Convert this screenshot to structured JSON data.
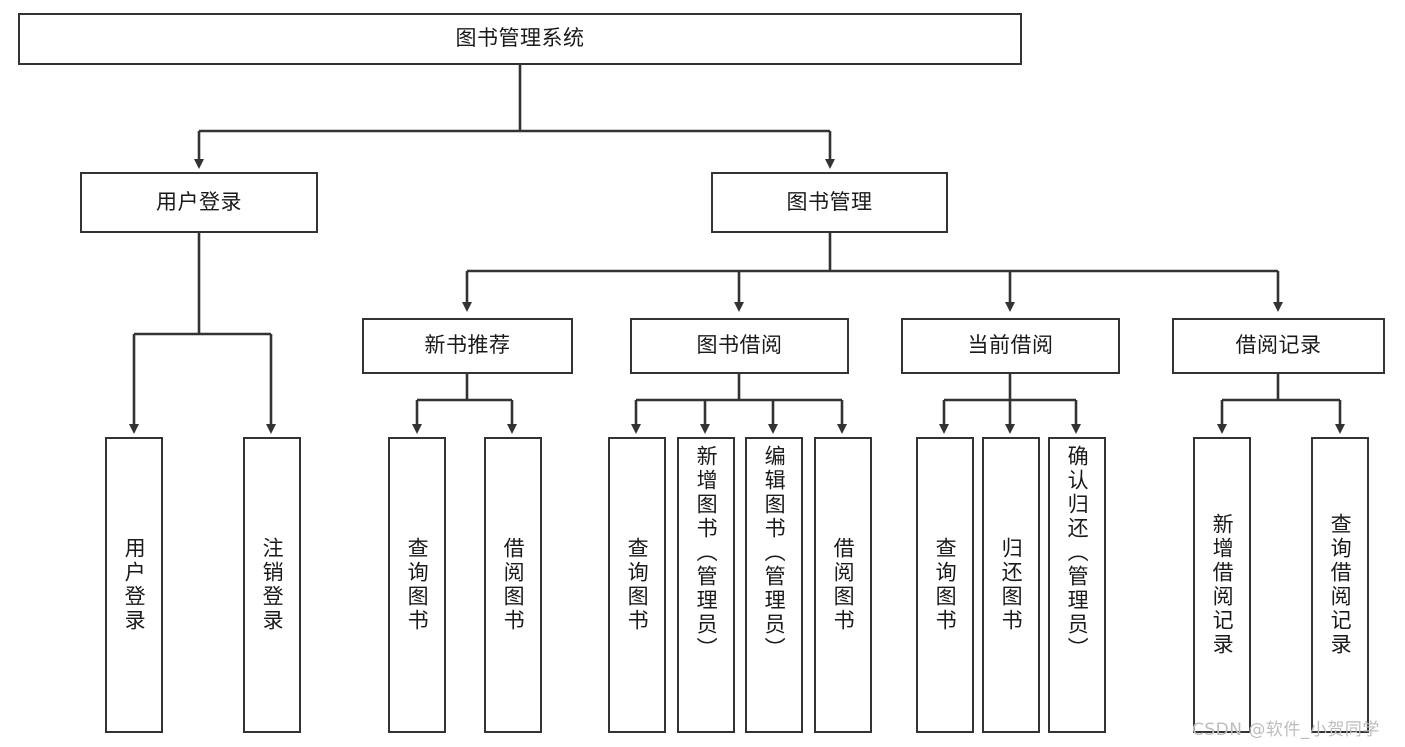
{
  "diagram": {
    "title": "图书管理系统",
    "type": "hierarchy-tree",
    "root": {
      "id": "root",
      "label": "图书管理系统",
      "orientation": "horizontal"
    },
    "level2": [
      {
        "id": "user-login",
        "label": "用户登录",
        "orientation": "horizontal"
      },
      {
        "id": "book-manage",
        "label": "图书管理",
        "orientation": "horizontal"
      }
    ],
    "level3": [
      {
        "id": "new-book-rec",
        "label": "新书推荐",
        "orientation": "horizontal",
        "parent": "book-manage"
      },
      {
        "id": "book-borrow",
        "label": "图书借阅",
        "orientation": "horizontal",
        "parent": "book-manage"
      },
      {
        "id": "current-borrow",
        "label": "当前借阅",
        "orientation": "horizontal",
        "parent": "book-manage"
      },
      {
        "id": "borrow-record",
        "label": "借阅记录",
        "orientation": "horizontal",
        "parent": "book-manage"
      }
    ],
    "leaves": [
      {
        "id": "leaf-user-login",
        "label": "用户登录",
        "parent": "user-login"
      },
      {
        "id": "leaf-logout",
        "label": "注销登录",
        "parent": "user-login"
      },
      {
        "id": "leaf-query-book-1",
        "label": "查询图书",
        "parent": "new-book-rec"
      },
      {
        "id": "leaf-borrow-book-1",
        "label": "借阅图书",
        "parent": "new-book-rec"
      },
      {
        "id": "leaf-query-book-2",
        "label": "查询图书",
        "parent": "book-borrow"
      },
      {
        "id": "leaf-add-book",
        "label": "新增图书（管理员）",
        "parent": "book-borrow"
      },
      {
        "id": "leaf-edit-book",
        "label": "编辑图书（管理员）",
        "parent": "book-borrow"
      },
      {
        "id": "leaf-borrow-book-2",
        "label": "借阅图书",
        "parent": "book-borrow"
      },
      {
        "id": "leaf-query-book-3",
        "label": "查询图书",
        "parent": "current-borrow"
      },
      {
        "id": "leaf-return-book",
        "label": "归还图书",
        "parent": "current-borrow"
      },
      {
        "id": "leaf-confirm-return",
        "label": "确认归还（管理员）",
        "parent": "current-borrow"
      },
      {
        "id": "leaf-add-record",
        "label": "新增借阅记录",
        "parent": "borrow-record"
      },
      {
        "id": "leaf-query-record",
        "label": "查询借阅记录",
        "parent": "borrow-record"
      }
    ]
  },
  "watermark": {
    "text": "CSDN @软件_小贺同学"
  },
  "colors": {
    "stroke": "#333333",
    "fill": "#ffffff",
    "text": "#1a1a1a",
    "watermark": "#bdbdbd"
  }
}
